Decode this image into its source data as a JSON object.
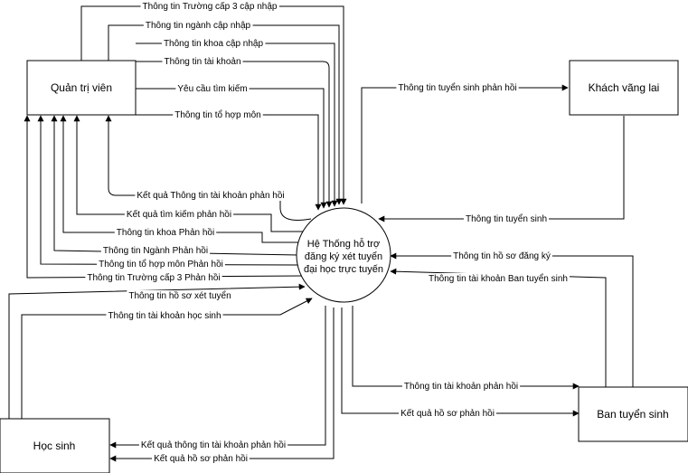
{
  "entities": {
    "admin": "Quản trị viên",
    "visitor": "Khách vãng lai",
    "student": "Học sinh",
    "board": "Ban tuyển sinh"
  },
  "system": {
    "lines": [
      "Hệ Thống hỗ trợ",
      "đăng ký xét tuyển",
      "đại học trực tuyến"
    ]
  },
  "flows": {
    "school_update": "Thông tin Trường cấp 3 cập nhập",
    "major_update": "Thông tin ngành cập nhập",
    "faculty_update": "Thông tin khoa cập nhập",
    "account_info": "Thông tin tài khoản",
    "search_request": "Yêu cầu tìm kiếm",
    "subject_group_info": "Thông tin tổ hợp môn",
    "account_result": "Kết quả Thông tin tài khoản phản hồi",
    "search_result": "Kết quả tìm kiếm phản hồi",
    "faculty_reply": "Thông tin khoa Phản hồi",
    "major_reply": "Thông tin Ngành Phản hồi",
    "subject_group_reply": "Thông tin tổ hợp môn Phản hồi",
    "school_reply": "Thông tin Trường cấp 3 Phản hồi",
    "visitor_reply": "Thông tin tuyển sinh phản hồi",
    "visitor_info": "Thông tin tuyển sinh",
    "board_application": "Thông tin hồ sơ đăng ký",
    "board_account": "Thông tin tài khoản Ban tuyển sinh",
    "student_application": "Thông tin hồ sơ xét tuyển",
    "student_account": "Thông tin tài khoản học sinh",
    "board_account_reply": "Thông tin tài khoản phản hồi",
    "board_result": "Kết quả hồ sơ phản hồi",
    "student_account_result": "Kết quả thông tin tài khoản phản hồi",
    "student_result": "Kết quả hồ sơ phản hồi"
  }
}
